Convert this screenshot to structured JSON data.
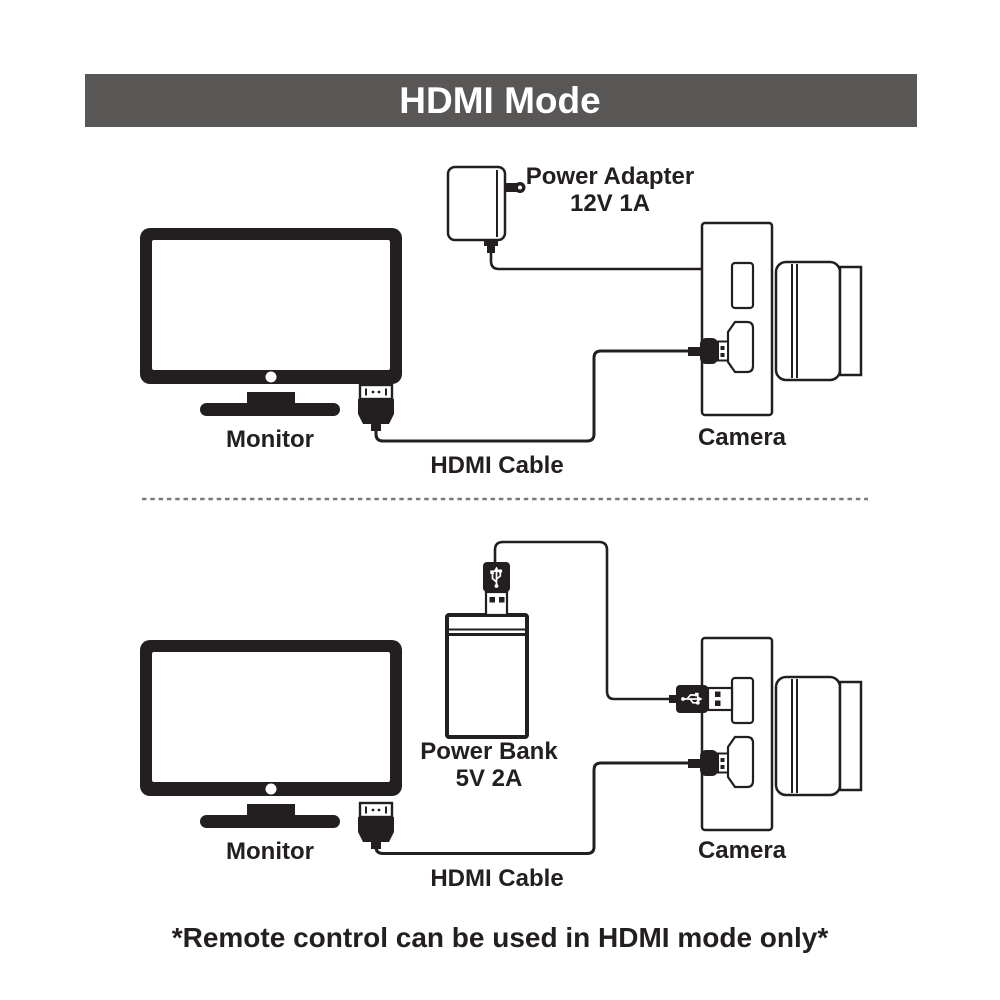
{
  "title_bar": {
    "label": "HDMI Mode",
    "bg": "#595656",
    "text_color": "#ffffff"
  },
  "colors": {
    "ink": "#231f20",
    "background": "#ffffff",
    "divider": "#7b7b7b"
  },
  "top_diagram": {
    "monitor_label": "Monitor",
    "power_adapter_label": "Power Adapter",
    "power_adapter_spec": "12V 1A",
    "camera_label": "Camera",
    "cable_label": "HDMI Cable"
  },
  "bottom_diagram": {
    "monitor_label": "Monitor",
    "power_bank_label": "Power Bank",
    "power_bank_spec": "5V 2A",
    "camera_label": "Camera",
    "cable_label": "HDMI Cable"
  },
  "footer": {
    "note": "*Remote control can be used in HDMI mode only*"
  },
  "icons": {
    "usb_symbol": "usb-trident-icon",
    "hdmi_connector": "hdmi-connector-icon",
    "hdmi_plug": "hdmi-plug-icon",
    "usb_plug": "usb-plug-icon"
  }
}
